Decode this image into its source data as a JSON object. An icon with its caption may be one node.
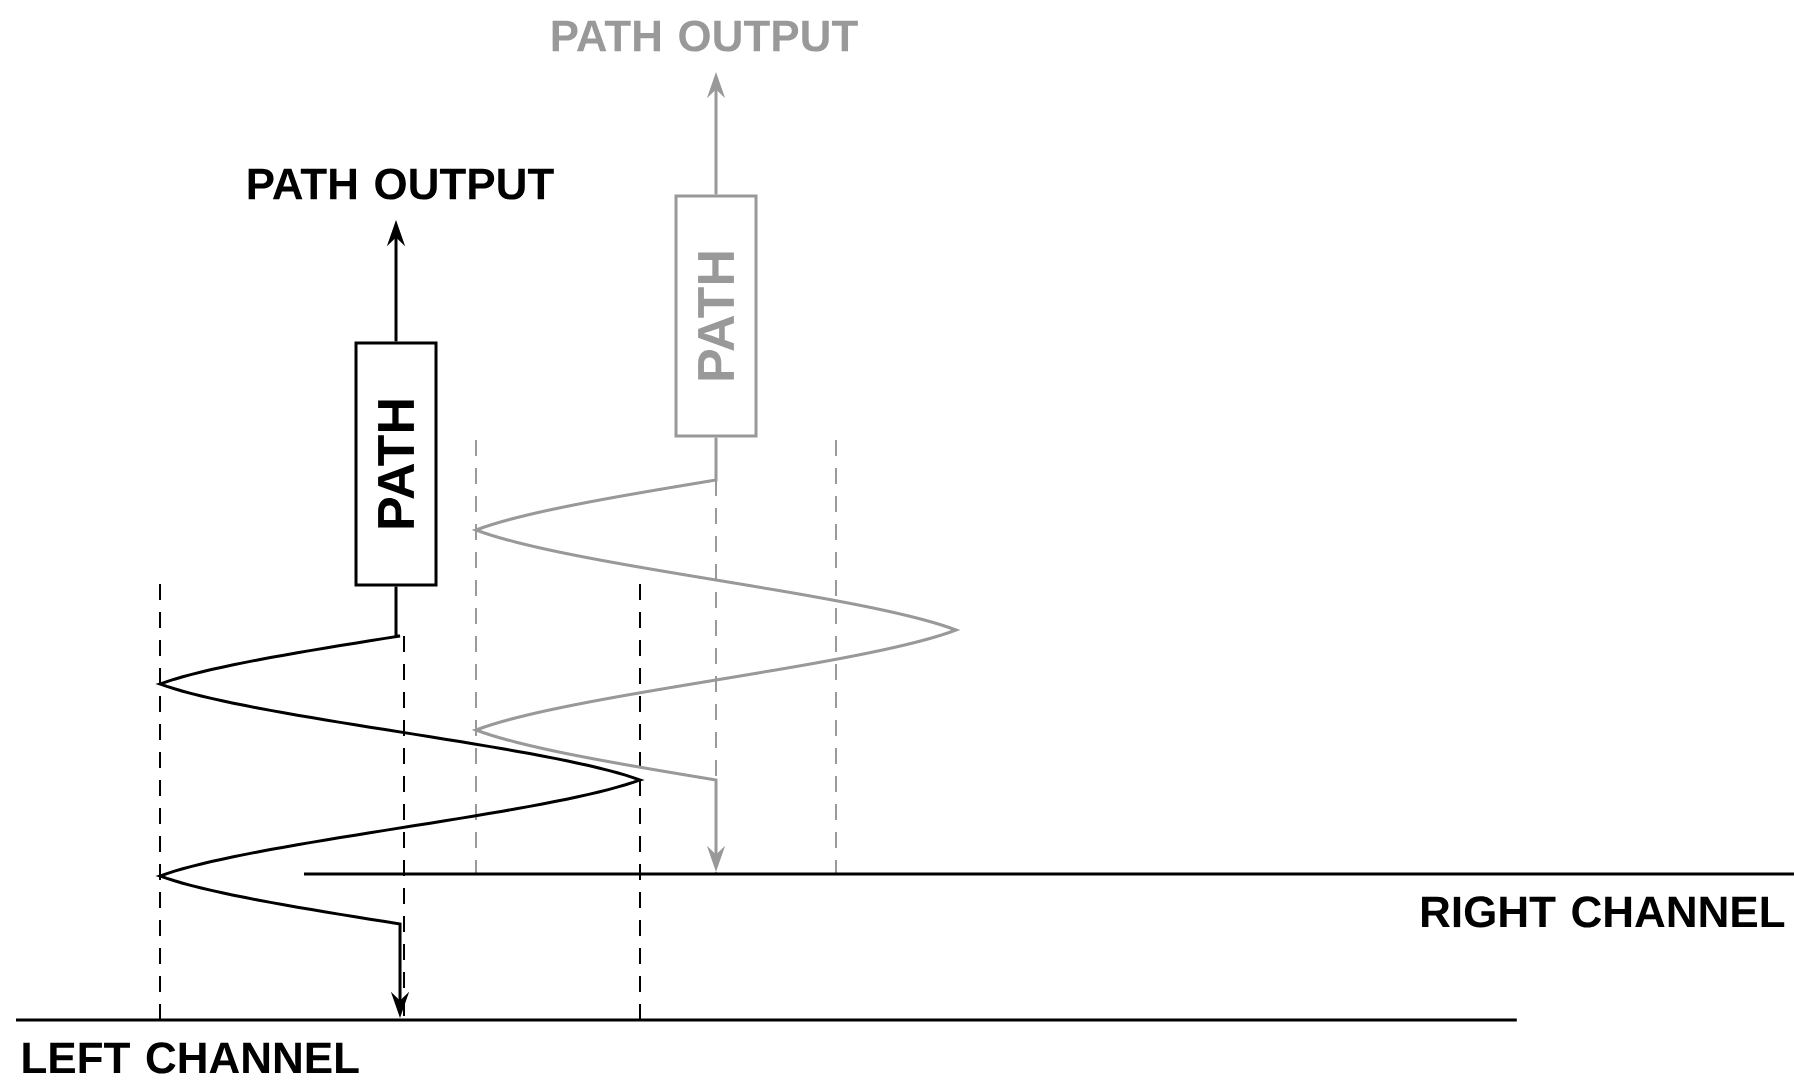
{
  "diagram": {
    "nodes": [
      {
        "text": [
          "PATH OUTPUT"
        ]
      },
      {
        "text": [
          "PATH"
        ]
      },
      {
        "text": [
          "PATH OUTPUT"
        ]
      },
      {
        "text": [
          "PATH"
        ]
      },
      {
        "text": [],
        "shape": "bar",
        "beside": [
          "LEFT CHANNEL"
        ]
      },
      {
        "text": [],
        "shape": "bar",
        "beside": [
          "RIGHT CHANNEL"
        ]
      }
    ],
    "edges": [
      {
        "from": 1,
        "to": 0,
        "arrow": "to"
      },
      {
        "from": 3,
        "to": 2,
        "arrow": "to",
        "color": "#999999"
      },
      {
        "from": 1,
        "to": 4,
        "arrow": "to"
      },
      {
        "from": 3,
        "to": 5,
        "arrow": "to",
        "color": "#999999"
      }
    ]
  }
}
